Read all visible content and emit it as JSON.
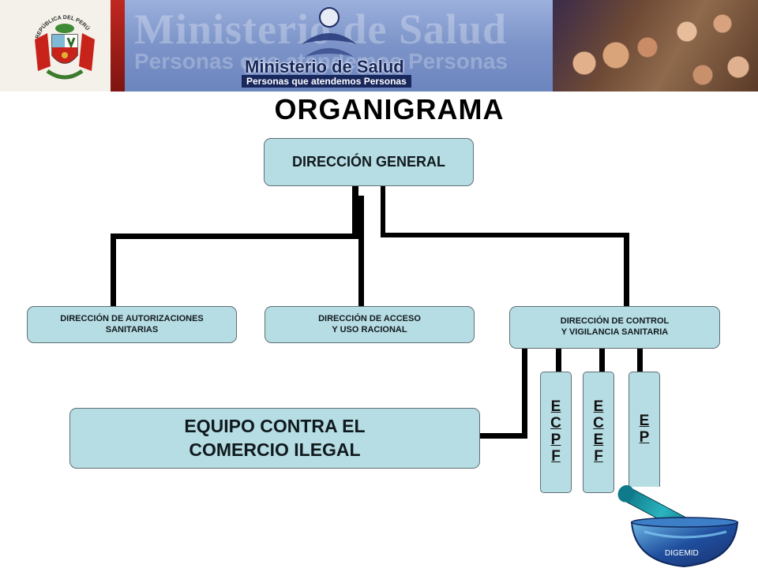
{
  "header": {
    "watermark_title": "Ministerio de Salud",
    "watermark_subtitle": "Personas que atendemos Personas",
    "ministry_name": "Ministerio de Salud",
    "ministry_slogan": "Personas que atendemos Personas",
    "seal_text": "REPÚBLICA DEL PERÚ"
  },
  "title": "ORGANIGRAMA",
  "org": {
    "general": "DIRECCIÓN GENERAL",
    "autorizaciones_line1": "DIRECCIÓN DE AUTORIZACIONES",
    "autorizaciones_line2": "SANITARIAS",
    "acceso_line1": "DIRECCIÓN DE ACCESO",
    "acceso_line2": "Y USO RACIONAL",
    "control_line1": "DIRECCIÓN DE CONTROL",
    "control_line2": "Y VIGILANCIA SANITARIA",
    "equipo_line1": "EQUIPO CONTRA EL",
    "equipo_line2": "COMERCIO ILEGAL",
    "ecpf": [
      "E",
      "C",
      "P",
      "F"
    ],
    "ecef": [
      "E",
      "C",
      "E",
      "F"
    ],
    "ep": [
      "E",
      "P"
    ]
  },
  "footer_logo": "DIGEMID",
  "colors": {
    "box_fill": "#b7dde4",
    "connector": "#000000",
    "banner_blue": "#7b93c8",
    "banner_red": "#b42a26"
  }
}
